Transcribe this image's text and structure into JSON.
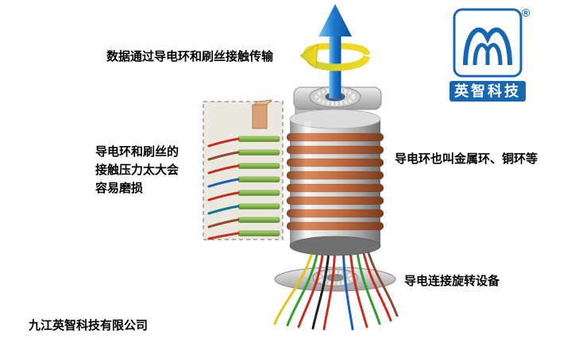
{
  "annotations": {
    "data_transmission": "数据通过导电环和刷丝接触传输",
    "brush_wear": "导电环和刷丝的\n接触压力太大会\n容易磨损",
    "ring_alias": "导电环也叫金属环、铜环等",
    "rotating_device": "导电连接旋转设备",
    "company": "九江英智科技有限公司"
  },
  "logo": {
    "brand": "英智科技",
    "registered": "®"
  },
  "colors": {
    "logo_blue": "#1766b1",
    "arrow_blue": "#1e7ad0",
    "rotation_yellow": "#f0d622",
    "ring_copper": "#c06a3c",
    "body_silver": "#cfcfcf",
    "brush_green": "#7fb441",
    "wire_red": "#c62f20",
    "wire_brown": "#8d4a2f",
    "wire_blue": "#1a5fb4",
    "wire_teal": "#0e7490",
    "wire_green": "#2f9e2f",
    "wire_yellow": "#e6c11a",
    "wire_black": "#222222",
    "detail_box_bg": "#ebe9df"
  }
}
